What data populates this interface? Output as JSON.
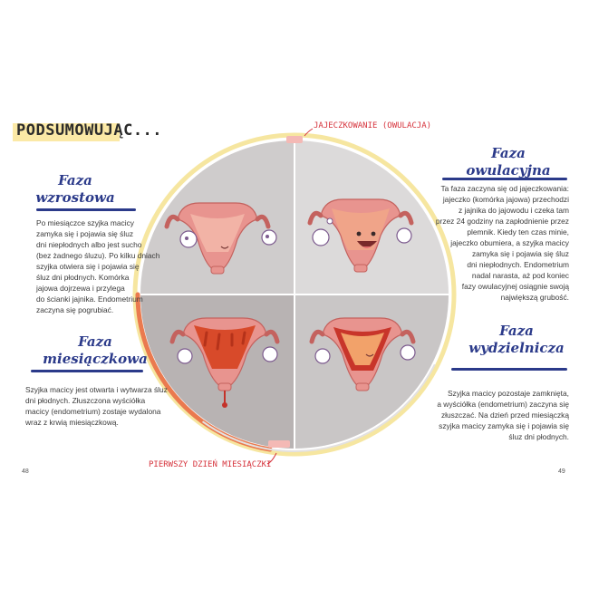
{
  "header": {
    "title": "PODSUMOWUJĄC..."
  },
  "labels": {
    "ovulation": "JAJECZKOWANIE (OWULACJA)",
    "first_day": "PIERWSZY DZIEŃ MIESIĄCZKI"
  },
  "phases": {
    "growth": {
      "title_line1": "Faza",
      "title_line2": "wzrostowa",
      "text": [
        "Po miesiączce szyjka macicy",
        "zamyka się i pojawia się śluz",
        "dni niepłodnych albo jest sucho",
        "(bez żadnego śluzu). Po kilku dniach",
        "szyjka otwiera się i pojawia się",
        "śluz dni płodnych. Komórka",
        "jajowa dojrzewa i przylega",
        "do ścianki jajnika. Endometrium",
        "zaczyna się pogrubiać."
      ]
    },
    "menstrual": {
      "title_line1": "Faza",
      "title_line2": "miesiączkowa",
      "text": [
        "Szyjka macicy jest otwarta i wytwarza śluz",
        "dni płodnych. Złuszczona wyściółka",
        "macicy (endometrium) zostaje wydalona",
        "wraz z krwią miesiączkową."
      ]
    },
    "ovulatory": {
      "title_line1": "Faza",
      "title_line2": "owulacyjna",
      "text": [
        "Ta faza zaczyna się od jajeczkowania:",
        "jajeczko (komórka jajowa) przechodzi",
        "z jajnika do jajowodu i czeka tam",
        "przez 24 godziny na zapłodnienie przez",
        "plemnik. Kiedy ten czas minie,",
        "jajeczko obumiera, a szyjka macicy",
        "zamyka się i pojawia się śluz",
        "dni niepłodnych. Endometrium",
        "nadal narasta, aż pod koniec",
        "fazy owulacyjnej osiągnie swoją",
        "największą grubość."
      ]
    },
    "secretory": {
      "title_line1": "Faza",
      "title_line2": "wydzielnicza",
      "text": [
        "Szyjka macicy pozostaje zamknięta,",
        "a wyściółka (endometrium) zaczyna się",
        "złuszczać. Na dzień przed miesiączką",
        "szyjka macicy zamyka się i pojawia się",
        "śluz dni płodnych."
      ]
    }
  },
  "pages": {
    "left": "48",
    "right": "49"
  },
  "colors": {
    "navy": "#2b3a8a",
    "label_red": "#d6333c",
    "uterus": "#e8948f",
    "q_top_left": "#cfcccc",
    "q_top_right": "#dcdada",
    "q_bottom_left": "#b8b3b3",
    "q_bottom_right": "#c9c6c6",
    "ring_yellow": "#f6e6a0",
    "ring_orange": "#ea7a4f"
  }
}
